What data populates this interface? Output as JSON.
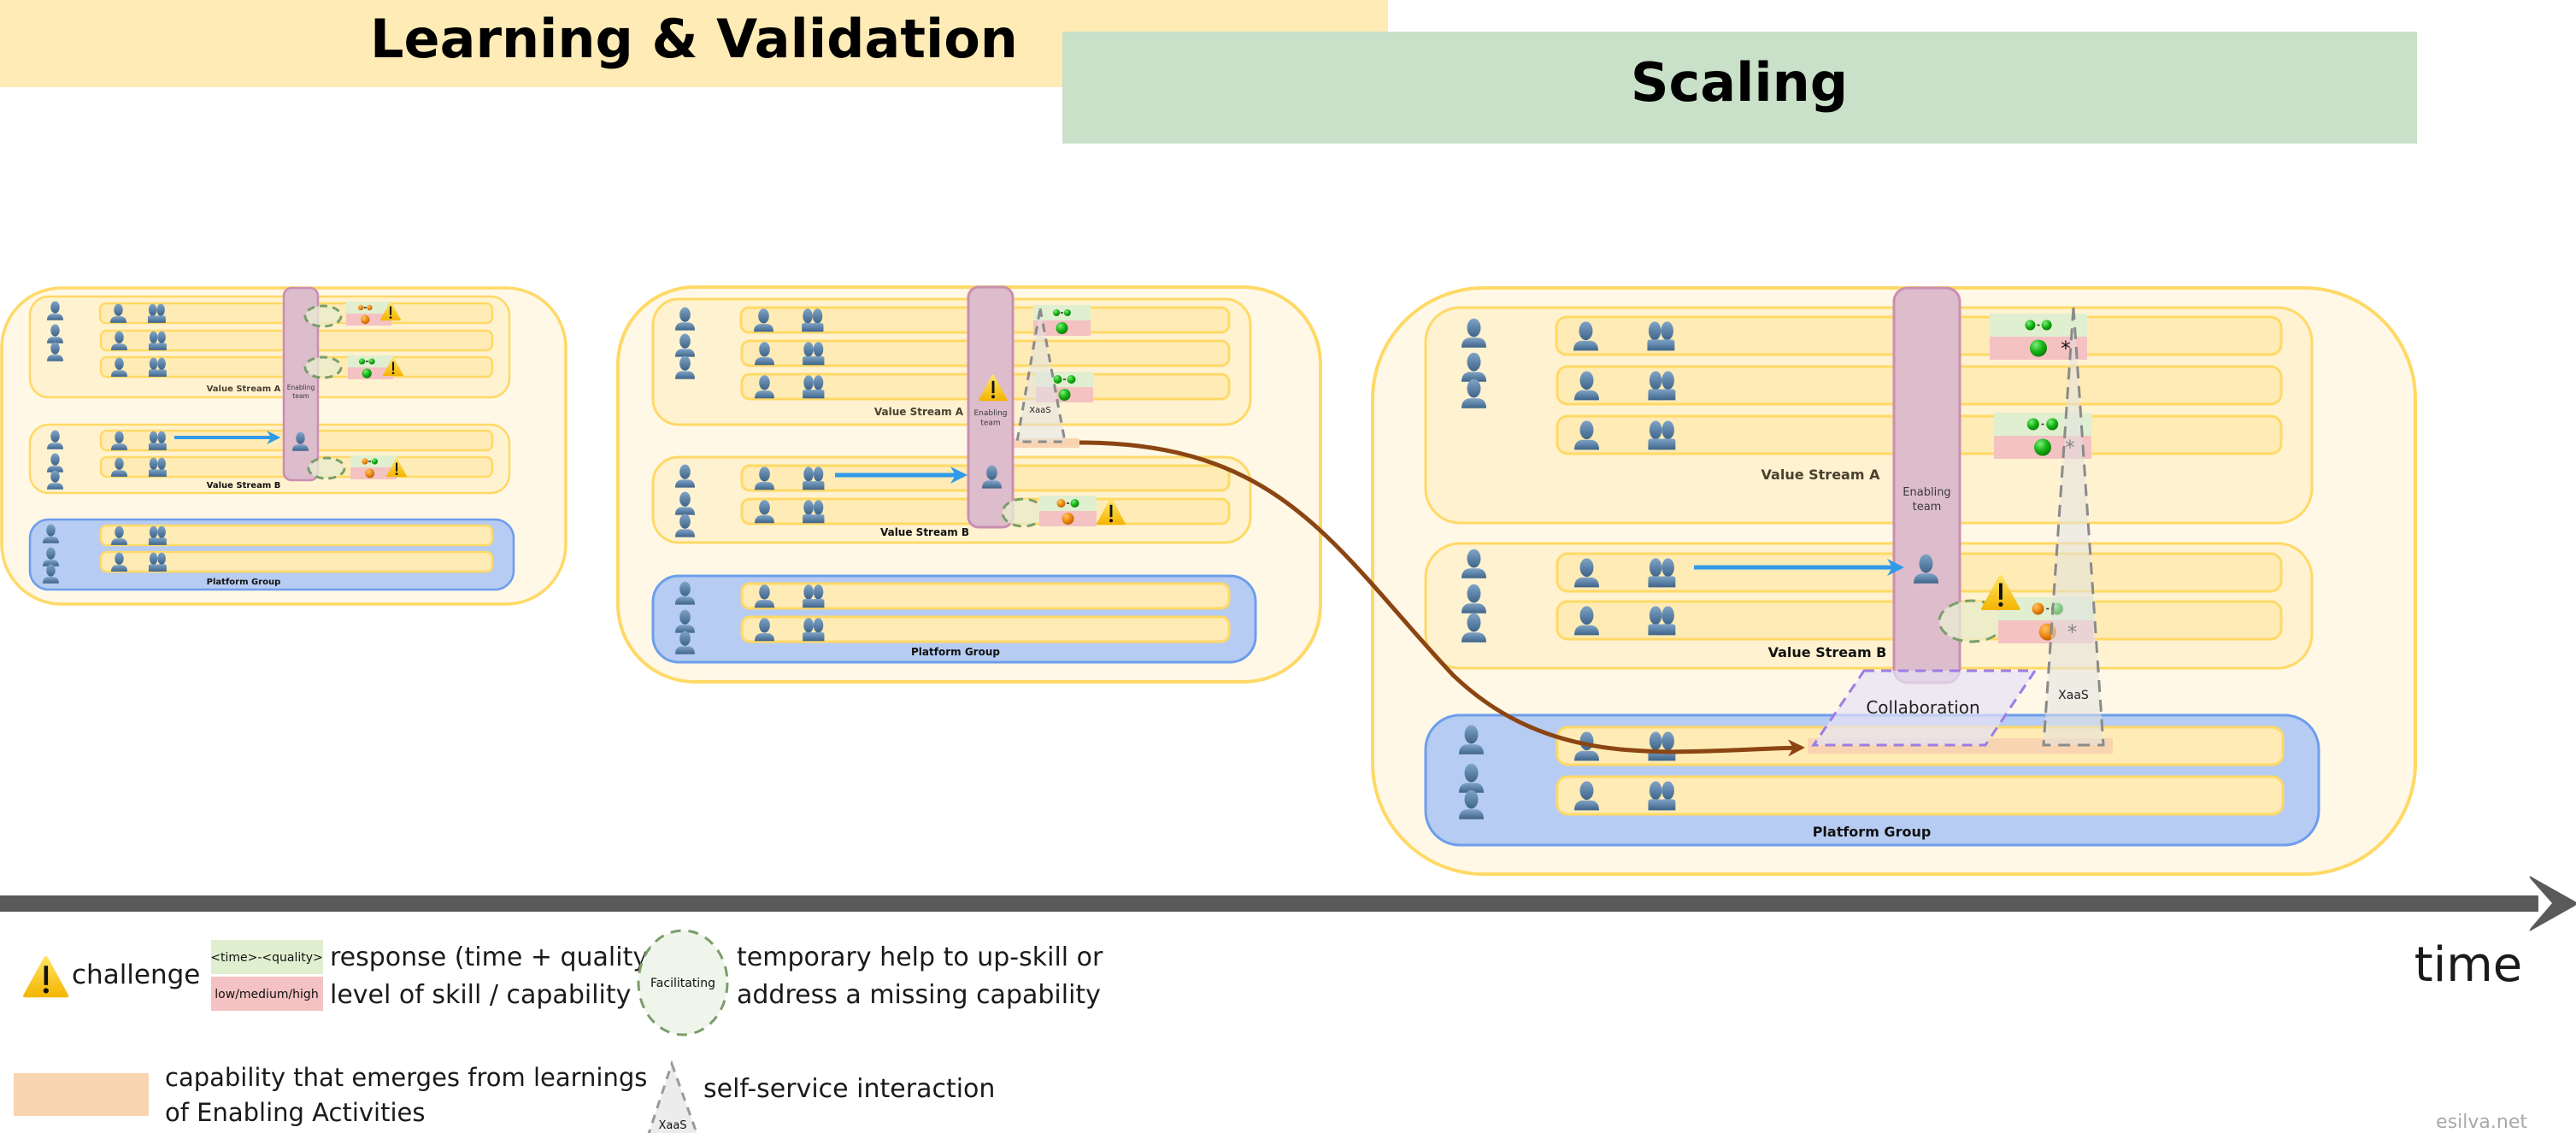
{
  "phases": {
    "learning": {
      "title": "Learning & Validation",
      "color": "#FEEBB6"
    },
    "scaling": {
      "title": "Scaling",
      "color": "#C9E0C9"
    }
  },
  "colors": {
    "outer_fill": "#FFF8E7",
    "outer_stroke": "#FFD966",
    "vs_fill": "#FFF2D0",
    "row_fill": "#FFEBB5",
    "row_stroke": "#FFD966",
    "platform_fill": "#B7CCF2",
    "platform_stroke": "#6D9EEB",
    "enabling_fill": "#DDBCCC",
    "enabling_stroke": "#C98FB0",
    "response_top": "#E0EFCF",
    "response_bottom": "#F4C2C2",
    "emergent": "#F8D5B0",
    "flow_arrow": "#2F9AE8",
    "learning_arrow": "#8B4513",
    "timeline": "#5A5A5A",
    "warning": "#F9C80E",
    "green_dot": "#16B316",
    "orange_dot": "#F08A12",
    "facilitating_stroke": "#7A9E6A",
    "xaas_stroke": "#8A8A8A",
    "collab_stroke": "#9C7CE6"
  },
  "stages": [
    {
      "name": "stage-1",
      "value_stream_a": "Value Stream A",
      "value_stream_b": "Value Stream B",
      "platform_group": "Platform Group",
      "enabling_team": [
        "Enabling",
        "team"
      ],
      "responses": [
        {
          "row": "A1",
          "time": "medium",
          "quality": "medium",
          "skill": "medium",
          "challenge": true,
          "facilitating": true
        },
        {
          "row": "A3",
          "time": "high",
          "quality": "high",
          "skill": "high",
          "challenge": true,
          "facilitating": true
        },
        {
          "row": "B2",
          "time": "medium",
          "quality": "high",
          "skill": "medium",
          "challenge": true,
          "facilitating": true
        }
      ]
    },
    {
      "name": "stage-2",
      "value_stream_a": "Value Stream A",
      "value_stream_b": "Value Stream B",
      "platform_group": "Platform Group",
      "enabling_team": [
        "Enabling",
        "team"
      ],
      "xaas": "XaaS",
      "enabling_challenge": true,
      "responses": [
        {
          "row": "A1",
          "time": "high",
          "quality": "high",
          "skill": "high",
          "challenge": false,
          "facilitating": false
        },
        {
          "row": "A3",
          "time": "high",
          "quality": "high",
          "skill": "high",
          "challenge": false,
          "facilitating": false
        },
        {
          "row": "B2",
          "time": "medium",
          "quality": "high",
          "skill": "medium",
          "challenge": true,
          "facilitating": true
        }
      ]
    },
    {
      "name": "stage-3",
      "value_stream_a": "Value Stream A",
      "value_stream_b": "Value Stream B",
      "platform_group": "Platform Group",
      "enabling_team": [
        "Enabling",
        "team"
      ],
      "xaas": "XaaS",
      "collaboration": "Collaboration",
      "responses": [
        {
          "row": "A1",
          "time": "high",
          "quality": "high",
          "skill": "high",
          "mark": "*",
          "challenge": false,
          "facilitating": false
        },
        {
          "row": "A3",
          "time": "high",
          "quality": "high",
          "skill": "high",
          "mark": "*",
          "challenge": false,
          "facilitating": false
        },
        {
          "row": "B2",
          "time": "medium",
          "quality": "high",
          "skill": "medium",
          "mark": "*",
          "challenge": true,
          "facilitating": true
        }
      ]
    }
  ],
  "timeline": {
    "label": "time"
  },
  "legend": {
    "challenge": "challenge",
    "response_box_top": "<time>-<quality>",
    "response_box_bottom": "low/medium/high",
    "response_text": "response (time + quality)",
    "skill_text": "level of skill / capability",
    "facilitating_label": "Facilitating",
    "facilitating_text": [
      "temporary help to up-skill or",
      "address a missing capability"
    ],
    "emergent_text": [
      "capability that emerges from learnings",
      "of Enabling Activities"
    ],
    "xaas_label": "XaaS",
    "xaas_text": "self-service interaction"
  },
  "credit": "esilva.net"
}
